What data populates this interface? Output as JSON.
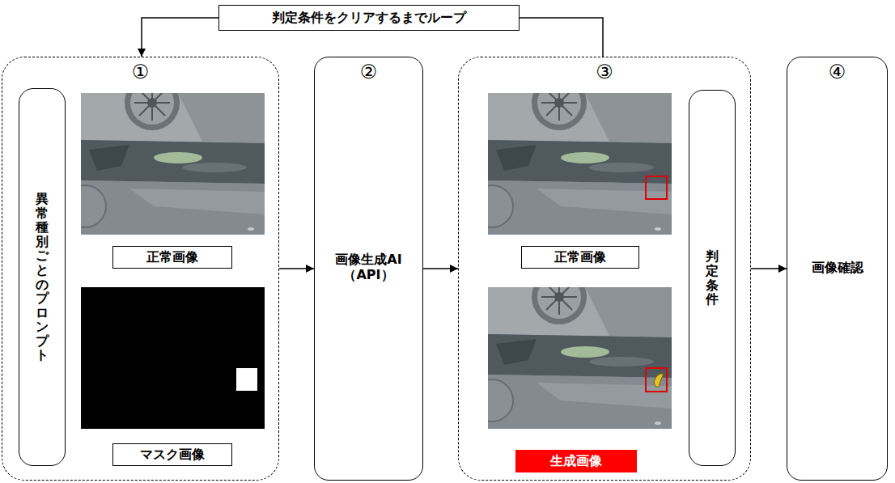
{
  "diagram": {
    "nodes": [
      {
        "text": [
          "判定条件をクリアするまでループ"
        ]
      },
      {
        "text": [
          "①"
        ]
      },
      {
        "text": [
          "異常種別ごとのプロンプト"
        ],
        "in": 1
      },
      {
        "text": [
          "正常画像"
        ],
        "in": 1
      },
      {
        "text": [
          "マスク画像"
        ],
        "in": 1
      },
      {
        "text": [
          "②",
          "画像生成AI （API）"
        ]
      },
      {
        "text": [
          "③"
        ]
      },
      {
        "text": [
          "正常画像"
        ],
        "in": 6
      },
      {
        "text": [
          "生成画像"
        ],
        "in": 6
      },
      {
        "text": [
          "判定条件"
        ],
        "in": 6
      },
      {
        "text": [
          "④",
          "画像確認"
        ]
      }
    ],
    "edges": [
      {
        "from": 6,
        "to": 0,
        "arrow": "none"
      },
      {
        "from": 0,
        "to": 1,
        "arrow": "to"
      },
      {
        "from": 1,
        "to": 5,
        "arrow": "to"
      },
      {
        "from": 5,
        "to": 6,
        "arrow": "to"
      },
      {
        "from": 6,
        "to": 10,
        "arrow": "to"
      }
    ]
  }
}
